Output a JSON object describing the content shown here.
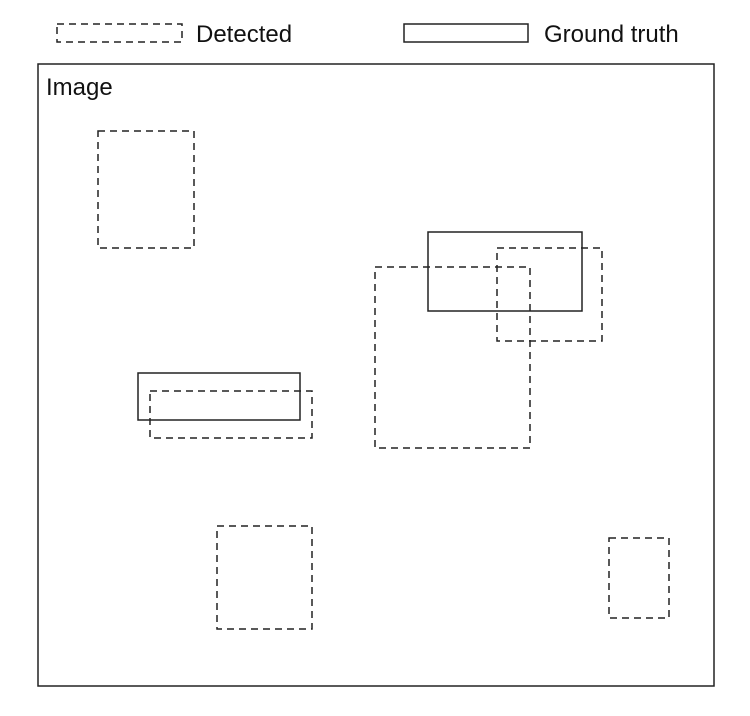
{
  "legend": {
    "detected_label": "Detected",
    "ground_truth_label": "Ground truth"
  },
  "image_frame": {
    "label": "Image"
  },
  "styles": {
    "stroke_color": "#222222",
    "background": "#ffffff"
  }
}
